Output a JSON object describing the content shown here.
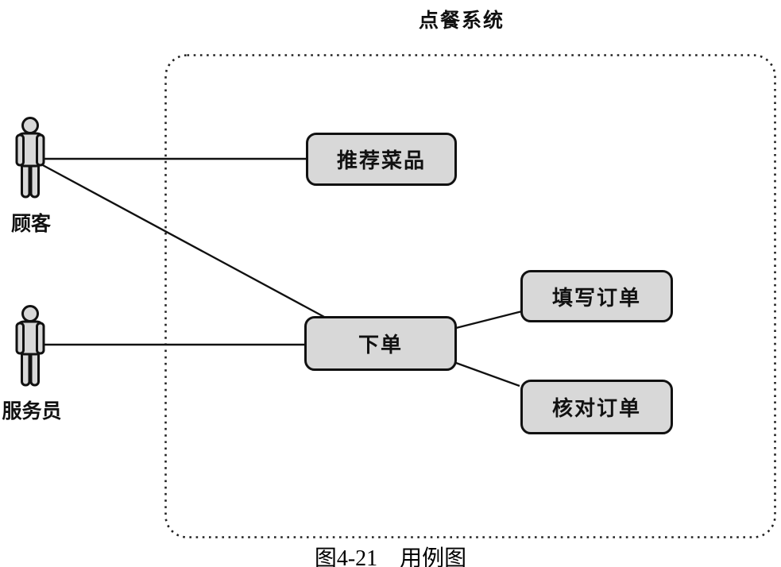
{
  "diagram": {
    "type": "uml-use-case-diagram",
    "title": "点餐系统",
    "caption": "图4-21　用例图",
    "system_boundary": {
      "label": "点餐系统",
      "style": "dotted-rounded-rectangle"
    },
    "actors": [
      {
        "id": "customer",
        "label": "顾客",
        "icon": "person-icon"
      },
      {
        "id": "waiter",
        "label": "服务员",
        "icon": "person-icon"
      }
    ],
    "use_cases": [
      {
        "id": "recommend-dishes",
        "label": "推荐菜品"
      },
      {
        "id": "place-order",
        "label": "下单"
      },
      {
        "id": "fill-order",
        "label": "填写订单"
      },
      {
        "id": "verify-order",
        "label": "核对订单"
      }
    ],
    "associations": [
      {
        "from": "顾客",
        "to": "推荐菜品"
      },
      {
        "from": "顾客",
        "to": "下单"
      },
      {
        "from": "服务员",
        "to": "下单"
      },
      {
        "from": "下单",
        "to": "填写订单"
      },
      {
        "from": "下单",
        "to": "核对订单"
      }
    ],
    "colors": {
      "node_fill": "#d8d8d8",
      "node_border": "#111111",
      "line": "#111111",
      "boundary_dots": "#222222",
      "background": "#ffffff",
      "text": "#111111"
    }
  }
}
